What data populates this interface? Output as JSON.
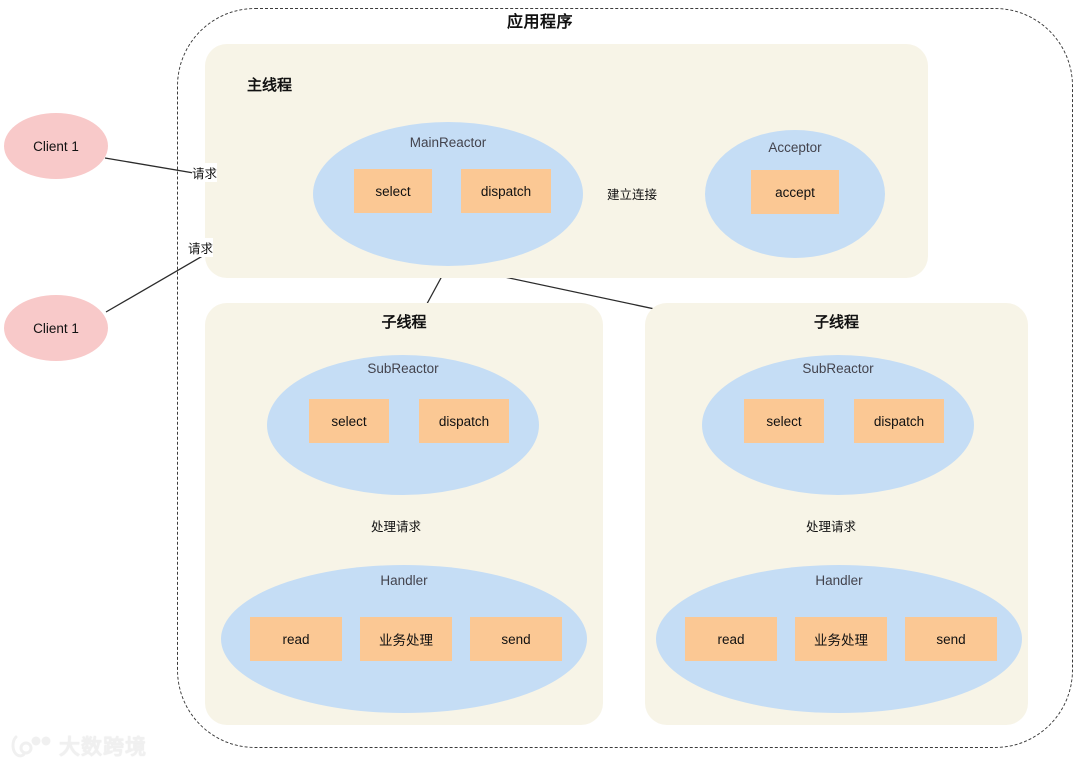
{
  "diagram": {
    "title": "应用程序",
    "boundary_style": "dashed-rounded-rect",
    "colors": {
      "panel_bg": "#f7f4e7",
      "reactor_fill": "#c5ddf5",
      "task_fill": "#fbc894",
      "client_fill": "#f8c9c9",
      "line": "#2b2b2b",
      "page_bg": "#ffffff"
    }
  },
  "clients": [
    {
      "label": "Client 1"
    },
    {
      "label": "Client 1"
    }
  ],
  "main_thread": {
    "title": "主线程",
    "main_reactor": {
      "label": "MainReactor",
      "tasks": [
        {
          "label": "select"
        },
        {
          "label": "dispatch"
        }
      ]
    },
    "acceptor": {
      "label": "Acceptor",
      "tasks": [
        {
          "label": "accept"
        }
      ]
    }
  },
  "sub_threads": [
    {
      "title": "子线程",
      "sub_reactor": {
        "label": "SubReactor",
        "tasks": [
          {
            "label": "select"
          },
          {
            "label": "dispatch"
          }
        ]
      },
      "handler": {
        "label": "Handler",
        "tasks": [
          {
            "label": "read"
          },
          {
            "label": "业务处理"
          },
          {
            "label": "send"
          }
        ]
      },
      "handler_edge_label": "处理请求"
    },
    {
      "title": "子线程",
      "sub_reactor": {
        "label": "SubReactor",
        "tasks": [
          {
            "label": "select"
          },
          {
            "label": "dispatch"
          }
        ]
      },
      "handler": {
        "label": "Handler",
        "tasks": [
          {
            "label": "read"
          },
          {
            "label": "业务处理"
          },
          {
            "label": "send"
          }
        ]
      },
      "handler_edge_label": "处理请求"
    }
  ],
  "edges": {
    "client1_request": "请求",
    "client2_request": "请求",
    "establish_connection": "建立连接"
  },
  "watermark": {
    "text": "大数跨境",
    "logo": "circles-logo-icon"
  }
}
